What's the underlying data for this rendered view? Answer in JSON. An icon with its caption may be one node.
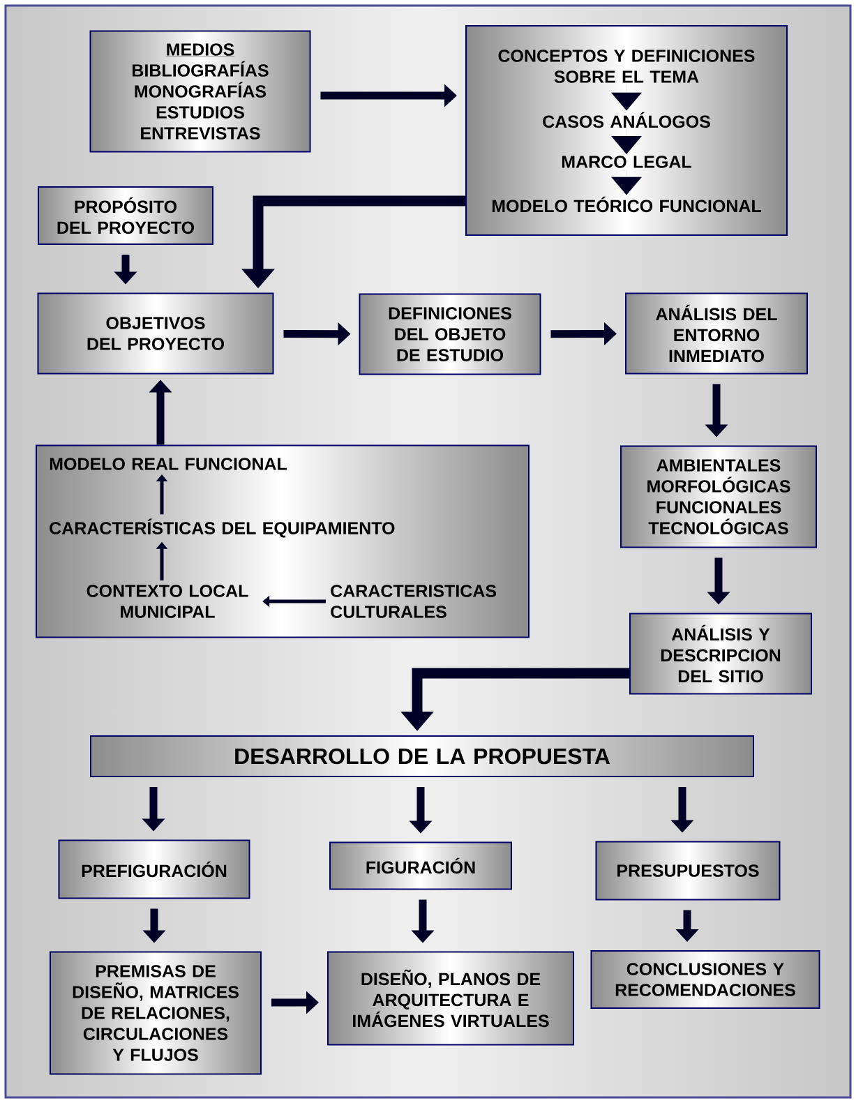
{
  "diagram": {
    "nodes": [
      {
        "text": [
          "MEDIOS",
          "BIBLIOGRAFÍAS MONOGRAFÍAS ESTUDIOS ENTREVISTAS"
        ]
      },
      {
        "text": [],
        "shape": "box"
      },
      {
        "text": [
          "CONCEPTOS Y DEFINICIONES SOBRE EL TEMA"
        ],
        "in": 1
      },
      {
        "text": [
          "CASOS ANÁLOGOS"
        ],
        "in": 1
      },
      {
        "text": [
          "MARCO LEGAL"
        ],
        "in": 1
      },
      {
        "text": [
          "MODELO TEÓRICO FUNCIONAL"
        ],
        "in": 1
      },
      {
        "text": [
          "PROPÓSITO DEL PROYECTO"
        ]
      },
      {
        "text": [
          "OBJETIVOS DEL PROYECTO"
        ]
      },
      {
        "text": [
          "DEFINICIONES DEL OBJETO DE ESTUDIO"
        ]
      },
      {
        "text": [
          "ANÁLISIS DEL ENTORNO INMEDIATO"
        ]
      },
      {
        "text": [],
        "shape": "box"
      },
      {
        "text": [
          "MODELO REAL FUNCIONAL"
        ],
        "in": 10
      },
      {
        "text": [
          "CARACTERÍSTICAS DEL EQUIPAMIENTO"
        ],
        "in": 10
      },
      {
        "text": [
          "CONTEXTO LOCAL MUNICIPAL"
        ],
        "in": 10
      },
      {
        "text": [
          "CARACTERISTICAS CULTURALES"
        ],
        "in": 10
      },
      {
        "text": [
          "AMBIENTALES MORFOLÓGICAS FUNCIONALES TECNOLÓGICAS"
        ]
      },
      {
        "text": [
          "ANÁLISIS Y DESCRIPCION DEL SITIO"
        ]
      },
      {
        "text": [
          "DESARROLLO DE LA PROPUESTA"
        ]
      },
      {
        "text": [
          "PREFIGURACIÓN"
        ]
      },
      {
        "text": [
          "FIGURACIÓN"
        ]
      },
      {
        "text": [
          "PRESUPUESTOS"
        ]
      },
      {
        "text": [
          "PREMISAS DE DISEÑO, MATRICES DE RELACIONES, CIRCULACIONES Y FLUJOS"
        ]
      },
      {
        "text": [
          "DISEÑO, PLANOS DE ARQUITECTURA E IMÁGENES VIRTUALES"
        ]
      },
      {
        "text": [
          "CONCLUSIONES Y RECOMENDACIONES"
        ]
      }
    ],
    "edges": [
      {
        "from": 0,
        "to": 1,
        "arrow": "to"
      },
      {
        "from": 2,
        "to": 3,
        "arrow": "to"
      },
      {
        "from": 3,
        "to": 4,
        "arrow": "to"
      },
      {
        "from": 4,
        "to": 5,
        "arrow": "to"
      },
      {
        "from": 1,
        "to": 7,
        "arrow": "to"
      },
      {
        "from": 6,
        "to": 7,
        "arrow": "to"
      },
      {
        "from": 10,
        "to": 7,
        "arrow": "to"
      },
      {
        "from": 14,
        "to": 13,
        "arrow": "to"
      },
      {
        "from": 13,
        "to": 12,
        "arrow": "to"
      },
      {
        "from": 12,
        "to": 11,
        "arrow": "to"
      },
      {
        "from": 7,
        "to": 8,
        "arrow": "to"
      },
      {
        "from": 8,
        "to": 9,
        "arrow": "to"
      },
      {
        "from": 9,
        "to": 15,
        "arrow": "to"
      },
      {
        "from": 15,
        "to": 16,
        "arrow": "to"
      },
      {
        "from": 16,
        "to": 17,
        "arrow": "to"
      },
      {
        "from": 17,
        "to": 18,
        "arrow": "to"
      },
      {
        "from": 17,
        "to": 19,
        "arrow": "to"
      },
      {
        "from": 17,
        "to": 20,
        "arrow": "to"
      },
      {
        "from": 18,
        "to": 21,
        "arrow": "to"
      },
      {
        "from": 19,
        "to": 22,
        "arrow": "to"
      },
      {
        "from": 20,
        "to": 23,
        "arrow": "to"
      },
      {
        "from": 21,
        "to": 22,
        "arrow": "to"
      }
    ]
  }
}
